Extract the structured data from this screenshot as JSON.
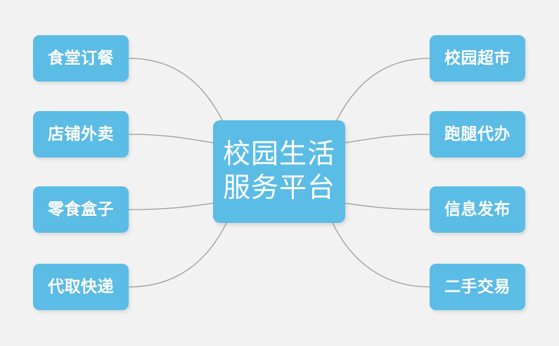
{
  "background_color": "#f2f2f2",
  "node_color": "#5bbce6",
  "node_text_color": "#ffffff",
  "connector_color": "#9a9a9a",
  "center": {
    "name": "center-node",
    "lines": [
      "校园生活",
      "服务平台"
    ]
  },
  "left_nodes": [
    {
      "label": "食堂订餐"
    },
    {
      "label": "店铺外卖"
    },
    {
      "label": "零食盒子"
    },
    {
      "label": "代取快递"
    }
  ],
  "right_nodes": [
    {
      "label": "校园超市"
    },
    {
      "label": "跑腿代办"
    },
    {
      "label": "信息发布"
    },
    {
      "label": "二手交易"
    }
  ]
}
